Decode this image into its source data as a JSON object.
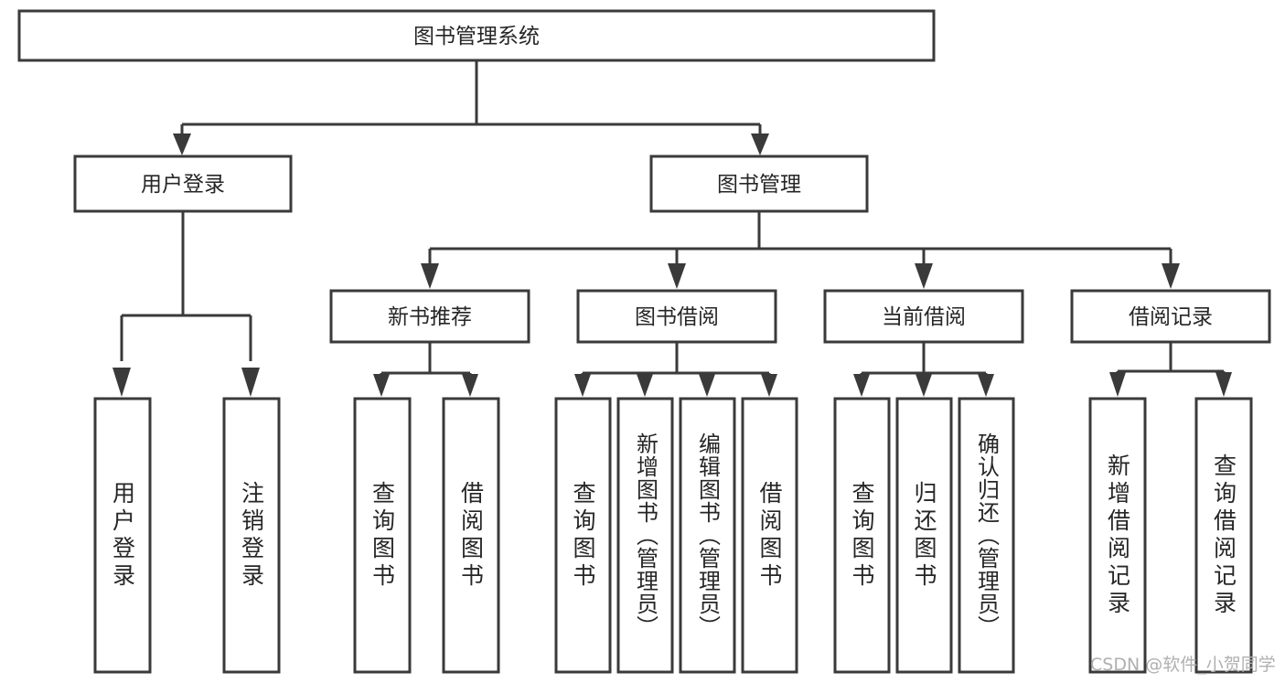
{
  "diagram": {
    "title": "图书管理系统",
    "type": "tree-hierarchy-diagram",
    "watermark": "CSDN @软件_小贺同学",
    "colors": {
      "box_stroke": "#3a3a3a",
      "box_fill": "#ffffff",
      "text": "#262626",
      "background": "#ffffff",
      "watermark": "#b0b0b0"
    },
    "root": {
      "label": "图书管理系统"
    },
    "level2": [
      {
        "label": "用户登录"
      },
      {
        "label": "图书管理"
      }
    ],
    "level3": [
      {
        "label": "新书推荐"
      },
      {
        "label": "图书借阅"
      },
      {
        "label": "当前借阅"
      },
      {
        "label": "借阅记录"
      }
    ],
    "leaves": {
      "user_login": [
        {
          "label": "用户登录"
        },
        {
          "label": "注销登录"
        }
      ],
      "new_book_recommend": [
        {
          "label": "查询图书"
        },
        {
          "label": "借阅图书"
        }
      ],
      "book_borrow": [
        {
          "label": "查询图书"
        },
        {
          "label": "新增图书（管理员）"
        },
        {
          "label": "编辑图书（管理员）"
        },
        {
          "label": "借阅图书"
        }
      ],
      "current_borrow": [
        {
          "label": "查询图书"
        },
        {
          "label": "归还图书"
        },
        {
          "label": "确认归还（管理员）"
        }
      ],
      "borrow_records": [
        {
          "label": "新增借阅记录"
        },
        {
          "label": "查询借阅记录"
        }
      ]
    }
  }
}
